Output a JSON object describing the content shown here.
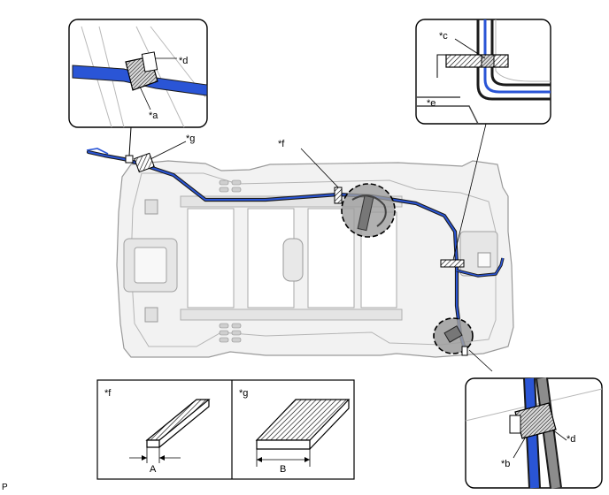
{
  "labels": {
    "a": "*a",
    "b": "*b",
    "c": "*c",
    "d": "*d",
    "e": "*e",
    "f": "*f",
    "g": "*g"
  },
  "dimensions": {
    "A": "A",
    "B": "B"
  },
  "corner_code": "P",
  "colors": {
    "harness_blue": "#2a55d6",
    "harness_gray": "#8c8c8c",
    "roof_fill": "#f2f2f2",
    "roof_stroke": "#9a9a9a",
    "panel_fill": "#ffffff",
    "highlight_gray": "#9e9e9e",
    "outline": "#000000"
  }
}
